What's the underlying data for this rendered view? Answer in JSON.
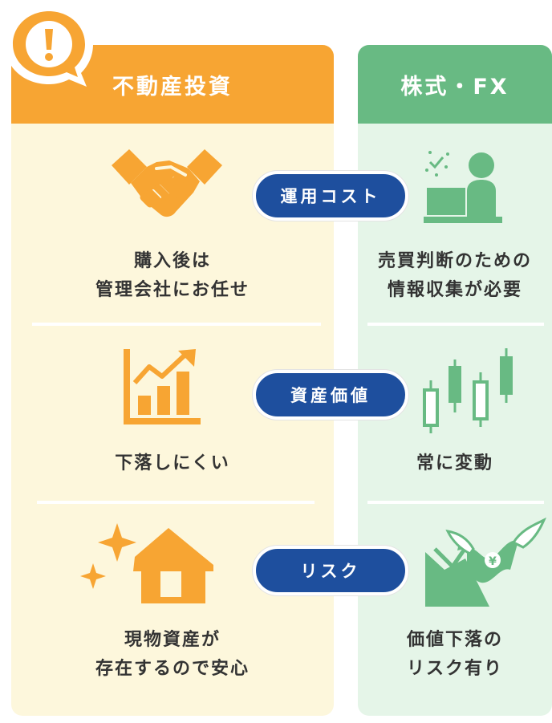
{
  "left_column": {
    "title": "不動産投資",
    "items": [
      {
        "icon": "handshake-icon",
        "line1": "購入後は",
        "line2": "管理会社にお任せ"
      },
      {
        "icon": "rising-bar-chart-icon",
        "line1": "下落しにくい",
        "line2": ""
      },
      {
        "icon": "house-sparkle-icon",
        "line1": "現物資産が",
        "line2": "存在するので安心"
      }
    ]
  },
  "right_column": {
    "title": "株式・FX",
    "items": [
      {
        "icon": "person-at-computer-icon",
        "line1": "売買判断のための",
        "line2": "情報収集が必要"
      },
      {
        "icon": "candlestick-chart-icon",
        "line1": "常に変動",
        "line2": ""
      },
      {
        "icon": "flying-money-falling-graph-icon",
        "line1": "価値下落の",
        "line2": "リスク有り"
      }
    ]
  },
  "comparisons": [
    {
      "label": "運用コスト"
    },
    {
      "label": "資産価値"
    },
    {
      "label": "リスク"
    }
  ],
  "colors": {
    "orange": "#f7a533",
    "left_bg": "#fdf7dc",
    "green": "#68ba83",
    "right_bg": "#e5f5e8",
    "pill": "#1e4f9e",
    "text": "#333333"
  }
}
